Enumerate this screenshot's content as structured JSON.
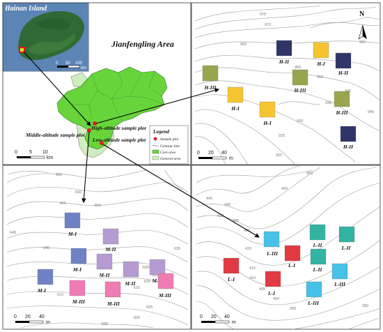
{
  "titles": {
    "inset": "Hainan Island",
    "main": "Jianfengling Area"
  },
  "plot_labels": {
    "high": "High-altitude sample plot",
    "middle": "Middle-altitude sample plot",
    "low": "Low-altitude sample plot"
  },
  "legend": {
    "title": "Legend",
    "items": [
      {
        "label": "Sample plot",
        "symbol": "red-dot-icon"
      },
      {
        "label": "Contour line",
        "symbol": "contour-line-icon"
      },
      {
        "label": "Core area",
        "symbol": "core-area-swatch"
      },
      {
        "label": "General area",
        "symbol": "general-area-swatch"
      }
    ]
  },
  "scalebars": {
    "inset": {
      "ticks": [
        "0",
        "50",
        "100"
      ],
      "unit": "km"
    },
    "main": {
      "ticks": [
        "0",
        "5",
        "10"
      ],
      "unit": "km"
    },
    "high": {
      "ticks": [
        "0",
        "20",
        "40"
      ],
      "unit": "m"
    },
    "middle": {
      "ticks": [
        "0",
        "20",
        "40"
      ],
      "unit": "m"
    },
    "low": {
      "ticks": [
        "0",
        "20",
        "40"
      ],
      "unit": "m"
    }
  },
  "north_arrow": "N",
  "colors": {
    "H-I": "#f5c531",
    "H-II": "#303567",
    "H-III": "#9aa64e",
    "M-I": "#6f82c3",
    "M-II": "#b69bd2",
    "M-III": "#ef7cb3",
    "L-I": "#e23a43",
    "L-II": "#33b4a2",
    "L-III": "#47c1e8",
    "core": "#67d53a",
    "general": "#cfeec0",
    "sample_dot": "#e12020"
  },
  "high_panel": {
    "contour_labels": [
      "975",
      "970",
      "965",
      "960",
      "955",
      "950",
      "945",
      "935",
      "930",
      "925",
      "920",
      "940"
    ],
    "quadrats": [
      "H-II",
      "H-I",
      "H-II",
      "H-III",
      "H-III",
      "H-I",
      "H-I",
      "H-III",
      "H-II"
    ]
  },
  "middle_panel": {
    "contour_labels": [
      "665",
      "660",
      "655",
      "650",
      "645",
      "640",
      "635",
      "630",
      "625",
      "620",
      "615",
      "610",
      "605",
      "600",
      "595"
    ],
    "quadrats": [
      "M-I",
      "M-II",
      "M-I",
      "M-II",
      "M-II",
      "M-II",
      "M-I",
      "M-III",
      "M-III",
      "M-III"
    ]
  },
  "low_panel": {
    "contour_labels": [
      "445",
      "440",
      "435",
      "430",
      "425",
      "420",
      "415",
      "410",
      "405",
      "400",
      "395",
      "390",
      "450",
      "455"
    ],
    "quadrats": [
      "L-III",
      "L-II",
      "L-II",
      "L-I",
      "L-II",
      "L-I",
      "L-III",
      "L-I",
      "L-III"
    ]
  }
}
